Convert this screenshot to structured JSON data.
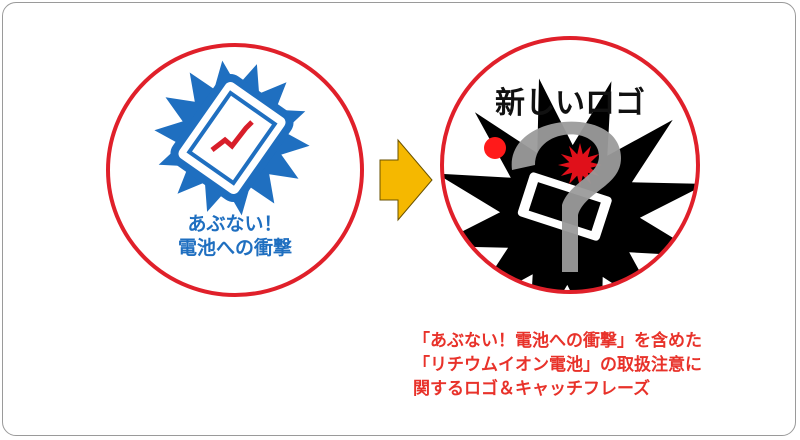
{
  "old_logo": {
    "line1": "あぶない！",
    "line2": "電池への衝撃",
    "color": "#1f6fc0"
  },
  "new_logo": {
    "title": "新しいロゴ"
  },
  "arrow_color": "#f5b800",
  "ring_color": "#e0202a",
  "caption": {
    "lines": [
      "「あぶない！電池への衝撃」を含めた",
      "「リチウムイオン電池」の取扱注意に",
      "関するロゴ＆キャッチフレーズ"
    ],
    "color": "#e8322a"
  }
}
